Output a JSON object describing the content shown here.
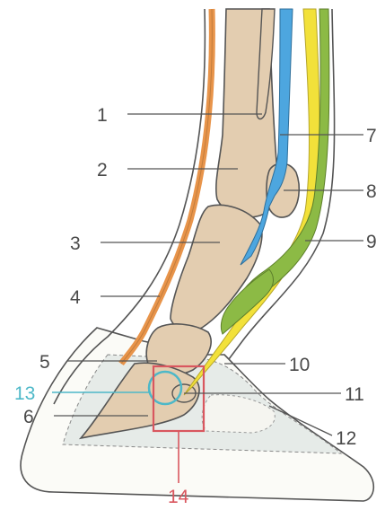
{
  "labels": {
    "l1": "1",
    "l2": "2",
    "l3": "3",
    "l4": "4",
    "l5": "5",
    "l6": "6",
    "l7": "7",
    "l8": "8",
    "l9": "9",
    "l10": "10",
    "l11": "11",
    "l12": "12",
    "l13": "13",
    "l14": "14"
  },
  "colors": {
    "label_text": "#4a4a4a",
    "highlight_cyan": "#4db8c8",
    "highlight_red": "#d9575f",
    "bone": "#e3cdb0",
    "extensor_tendon": "#e8944a",
    "blue_tendon": "#4da6df",
    "yellow_tendon": "#f2e13a",
    "green_tendon": "#8cba45",
    "hoof_wall": "#fbfbf7",
    "hoof_inner": "#e6ebe8"
  }
}
